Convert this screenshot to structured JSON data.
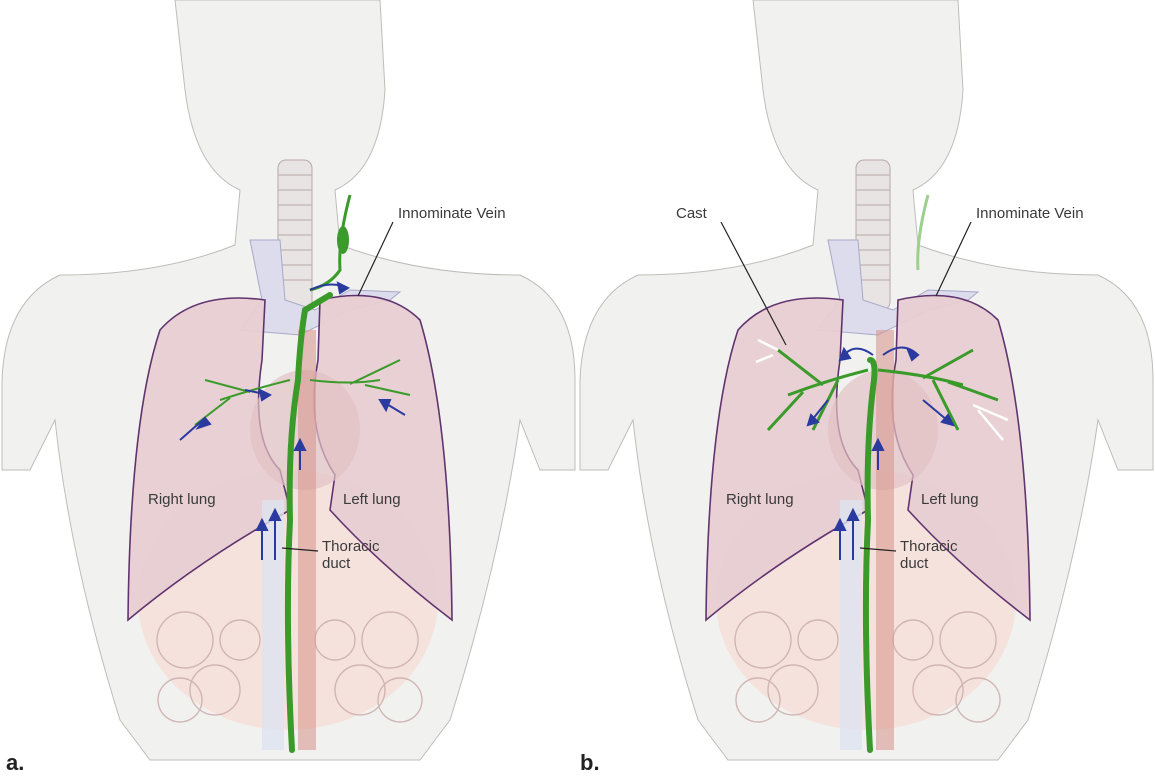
{
  "panels": [
    {
      "letter": "a.",
      "labels": {
        "innominate_vein": "Innominate Vein",
        "right_lung": "Right lung",
        "left_lung": "Left lung",
        "thoracic_duct": "Thoracic\nduct"
      }
    },
    {
      "letter": "b.",
      "labels": {
        "cast": "Cast",
        "innominate_vein": "Innominate Vein",
        "right_lung": "Right lung",
        "left_lung": "Left lung",
        "thoracic_duct": "Thoracic\nduct"
      }
    }
  ],
  "colors": {
    "body": "#f1f1ef",
    "lung": "#e8cfd3",
    "lung_outline": "#5a2a6a",
    "vein": "#dcdcec",
    "lymph": "#3a9a2a",
    "flow_arrow": "#2a3aa0",
    "aorta": "#d9998f"
  }
}
